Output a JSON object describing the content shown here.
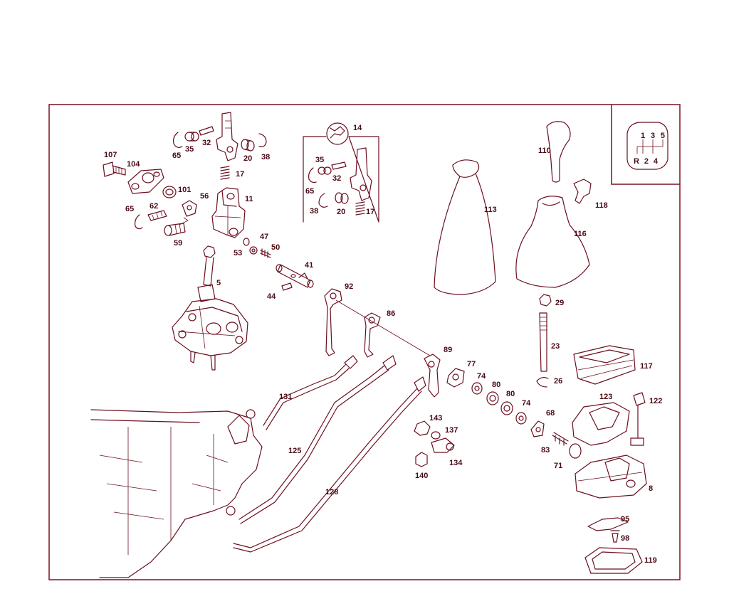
{
  "diagram": {
    "part_labels": {
      "p107": "107",
      "p104": "104",
      "p101": "101",
      "p65a": "65",
      "p35a": "35",
      "p32a": "32",
      "p20a": "20",
      "p38a": "38",
      "p17a": "17",
      "p11": "11",
      "p56": "56",
      "p62": "62",
      "p65b": "65",
      "p59": "59",
      "p53": "53",
      "p47": "47",
      "p50": "50",
      "p41": "41",
      "p44": "44",
      "p5": "5",
      "p14": "14",
      "p35b": "35",
      "p32b": "32",
      "p65c": "65",
      "p38b": "38",
      "p20b": "20",
      "p17b": "17",
      "p92": "92",
      "p86": "86",
      "p89": "89",
      "p77": "77",
      "p74a": "74",
      "p80a": "80",
      "p80b": "80",
      "p74b": "74",
      "p68": "68",
      "p83": "83",
      "p71": "71",
      "p113": "113",
      "p110": "110",
      "p118": "118",
      "p116": "116",
      "p29": "29",
      "p23": "23",
      "p26": "26",
      "p117": "117",
      "p123": "123",
      "p122": "122",
      "p8": "8",
      "p95": "95",
      "p98": "98",
      "p119": "119",
      "p131": "131",
      "p125": "125",
      "p128": "128",
      "p143": "143",
      "p137": "137",
      "p140": "140",
      "p134": "134"
    },
    "shift_pattern": {
      "top": "1 3 5",
      "bottom": "R 2 4"
    }
  }
}
